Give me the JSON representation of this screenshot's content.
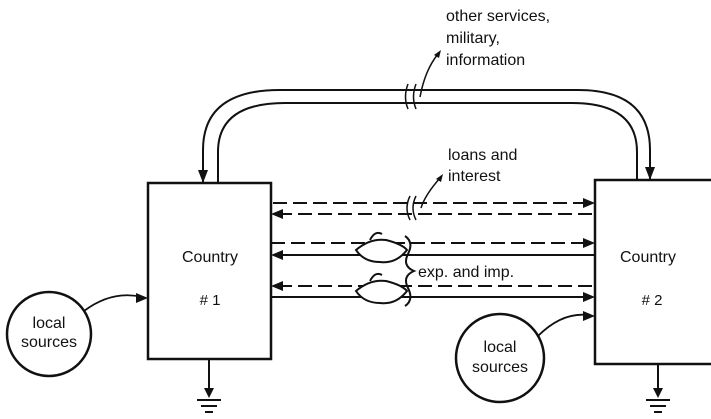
{
  "labels": {
    "other_services": [
      "other services,",
      "military,",
      "information"
    ],
    "loans": [
      "loans and",
      "interest"
    ],
    "exp_imp": "exp. and imp.",
    "country1": {
      "name": "Country",
      "number": "# 1"
    },
    "country2": {
      "name": "Country",
      "number": "# 2"
    },
    "local_sources_left": [
      "local",
      "sources"
    ],
    "local_sources_right": [
      "local",
      "sources"
    ]
  },
  "colors": {
    "ink": "#111111",
    "background": "#ffffff"
  }
}
